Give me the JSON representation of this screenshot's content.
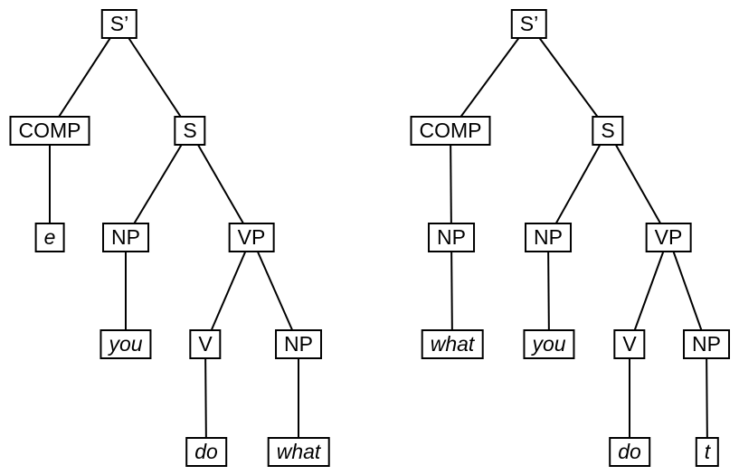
{
  "colors": {
    "line": "#000000",
    "box_border": "#000000",
    "box_background": "#ffffff",
    "page_background": "#ffffff"
  },
  "trees": [
    {
      "id": "L",
      "name": "left-tree",
      "nodes": [
        {
          "id": "sbar",
          "label": "S’",
          "terminal": false
        },
        {
          "id": "comp",
          "label": "COMP",
          "terminal": false
        },
        {
          "id": "s",
          "label": "S",
          "terminal": false
        },
        {
          "id": "e",
          "label": "e",
          "terminal": true
        },
        {
          "id": "np1",
          "label": "NP",
          "terminal": false
        },
        {
          "id": "vp",
          "label": "VP",
          "terminal": false
        },
        {
          "id": "you",
          "label": "you",
          "terminal": true
        },
        {
          "id": "v",
          "label": "V",
          "terminal": false
        },
        {
          "id": "np2",
          "label": "NP",
          "terminal": false
        },
        {
          "id": "do",
          "label": "do",
          "terminal": true
        },
        {
          "id": "what",
          "label": "what",
          "terminal": true
        }
      ],
      "edges": [
        [
          "sbar",
          "comp"
        ],
        [
          "sbar",
          "s"
        ],
        [
          "comp",
          "e"
        ],
        [
          "s",
          "np1"
        ],
        [
          "s",
          "vp"
        ],
        [
          "np1",
          "you"
        ],
        [
          "vp",
          "v"
        ],
        [
          "vp",
          "np2"
        ],
        [
          "v",
          "do"
        ],
        [
          "np2",
          "what"
        ]
      ]
    },
    {
      "id": "R",
      "name": "right-tree",
      "nodes": [
        {
          "id": "sbar",
          "label": "S’",
          "terminal": false
        },
        {
          "id": "comp",
          "label": "COMP",
          "terminal": false
        },
        {
          "id": "s",
          "label": "S",
          "terminal": false
        },
        {
          "id": "np1",
          "label": "NP",
          "terminal": false
        },
        {
          "id": "np2",
          "label": "NP",
          "terminal": false
        },
        {
          "id": "vp",
          "label": "VP",
          "terminal": false
        },
        {
          "id": "what",
          "label": "what",
          "terminal": true
        },
        {
          "id": "you",
          "label": "you",
          "terminal": true
        },
        {
          "id": "v",
          "label": "V",
          "terminal": false
        },
        {
          "id": "np3",
          "label": "NP",
          "terminal": false
        },
        {
          "id": "do",
          "label": "do",
          "terminal": true
        },
        {
          "id": "t",
          "label": "t",
          "terminal": true
        }
      ],
      "edges": [
        [
          "sbar",
          "comp"
        ],
        [
          "sbar",
          "s"
        ],
        [
          "comp",
          "np1"
        ],
        [
          "s",
          "np2"
        ],
        [
          "s",
          "vp"
        ],
        [
          "np1",
          "what"
        ],
        [
          "np2",
          "you"
        ],
        [
          "vp",
          "v"
        ],
        [
          "vp",
          "np3"
        ],
        [
          "v",
          "do"
        ],
        [
          "np3",
          "t"
        ]
      ]
    }
  ]
}
